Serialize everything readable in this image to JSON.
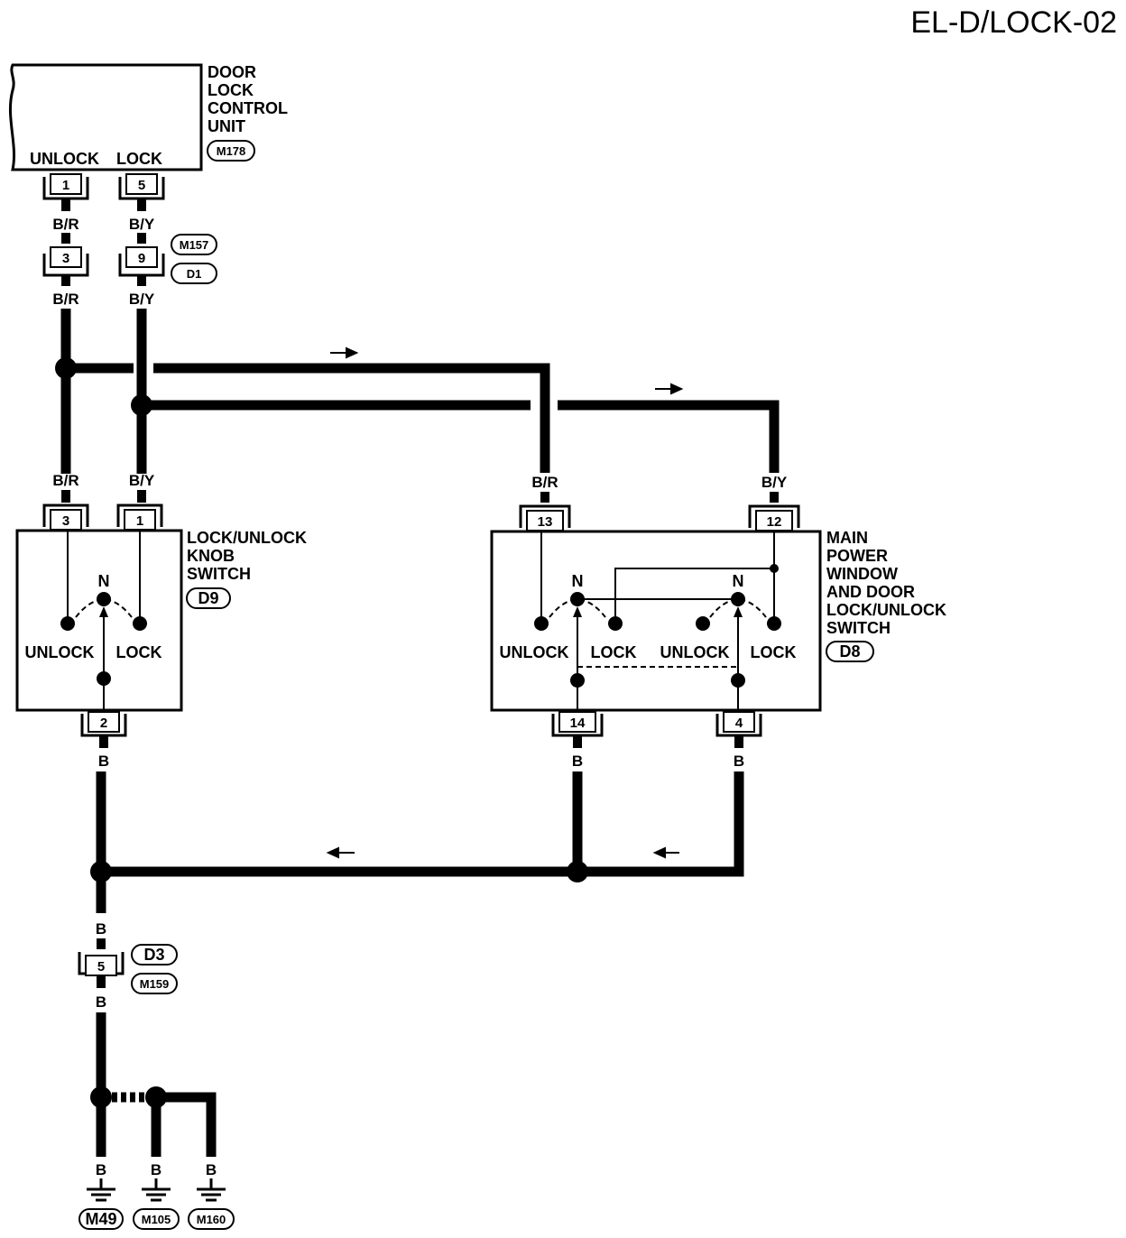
{
  "title": "EL-D/LOCK-02",
  "control_unit": {
    "name_lines": [
      "DOOR",
      "LOCK",
      "CONTROL",
      "UNIT"
    ],
    "connector": "M178",
    "unlock_label": "UNLOCK",
    "lock_label": "LOCK",
    "unlock_pin": "1",
    "lock_pin": "5"
  },
  "joint_connector": {
    "pin_a": "3",
    "pin_b": "9",
    "tag_top": "M157",
    "tag_bottom": "D1"
  },
  "wires": {
    "br": "B/R",
    "by": "B/Y",
    "b": "B"
  },
  "knob_switch": {
    "name_lines": [
      "LOCK/UNLOCK",
      "KNOB",
      "SWITCH"
    ],
    "connector": "D9",
    "pin_unlock": "3",
    "pin_lock": "1",
    "pin_ground": "2",
    "neutral": "N",
    "unlock_label": "UNLOCK",
    "lock_label": "LOCK"
  },
  "main_switch": {
    "name_lines": [
      "MAIN",
      "POWER",
      "WINDOW",
      "AND DOOR",
      "LOCK/UNLOCK",
      "SWITCH"
    ],
    "connector": "D8",
    "pin_unlock": "13",
    "pin_lock": "12",
    "pin_ground_a": "14",
    "pin_ground_b": "4",
    "neutral": "N",
    "unlock_label": "UNLOCK",
    "lock_label": "LOCK"
  },
  "ground_connector": {
    "pin": "5",
    "tag_top": "D3",
    "tag_bottom": "M159"
  },
  "grounds": [
    "M49",
    "M105",
    "M160"
  ]
}
